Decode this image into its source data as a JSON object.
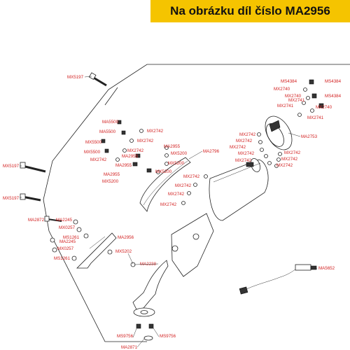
{
  "banner": {
    "text": "Na obrázku díl číslo MA2956",
    "color": "#f5c400"
  },
  "label_color": "#d21f1f",
  "labels": {
    "mx5197_a": "MX5197",
    "mx5197_b": "MX5197",
    "mx5197_c": "MX5197",
    "ma2872": "MA2872",
    "ma2245_a": "MA2245",
    "mx0257_a": "MX0257",
    "ms1261_a": "MS1261",
    "ma2245_b": "MA2245",
    "mx0257_b": "MX0257",
    "ms1261_b": "MS1261",
    "ma2956": "MA2956",
    "mx5202": "MX5202",
    "ma2238": "MA2238",
    "ma5500_a": "MA5500",
    "ma5500_b": "MA5500",
    "mx5500": "MX5500",
    "mx5500_b": "MX5500",
    "mx2742_a": "MX2742",
    "mx2742_b": "MX2742",
    "ma2955_a": "MA2955",
    "mx2742_c": "MX2742",
    "mx5200_a": "MX5200",
    "mx2742_d": "MX2742",
    "ma2955_b": "MA2955",
    "mx5200_b": "MX5200",
    "ma2955_c": "MA2955",
    "mx5200_c": "MX5200",
    "mx5200_d": "MX5200",
    "mx2742_e": "MX2742",
    "ma2796": "MA2796",
    "mx2742_f": "MX2742",
    "mx2742_g": "MX2742",
    "mx2742_h": "MX2742",
    "mx2742_i": "MX2742",
    "ms4384_a": "MS4384",
    "ms4384_b": "MS4384",
    "ms4384_c": "MS4384",
    "mx2740_a": "MX2740",
    "mx2740_b": "MX2740",
    "mx2740_c": "MX2740",
    "mx2741_a": "MX2741",
    "mx2741_b": "MX2741",
    "mx2741_c": "MX2741",
    "ma2753": "MA2753",
    "mx2742_j": "MX2742",
    "mx2742_k": "MX2742",
    "mx2742_l": "MX2742",
    "mx2742_m": "MX2742",
    "mx2742_n": "MX2742",
    "mx2742_o": "MX2742",
    "mx2742_p": "MX2742",
    "mx2742_q": "MX2742",
    "ma5652": "MA5652",
    "ms9756_a": "MS9756",
    "ms9756_b": "MS9756",
    "ma2871": "MA2871"
  }
}
